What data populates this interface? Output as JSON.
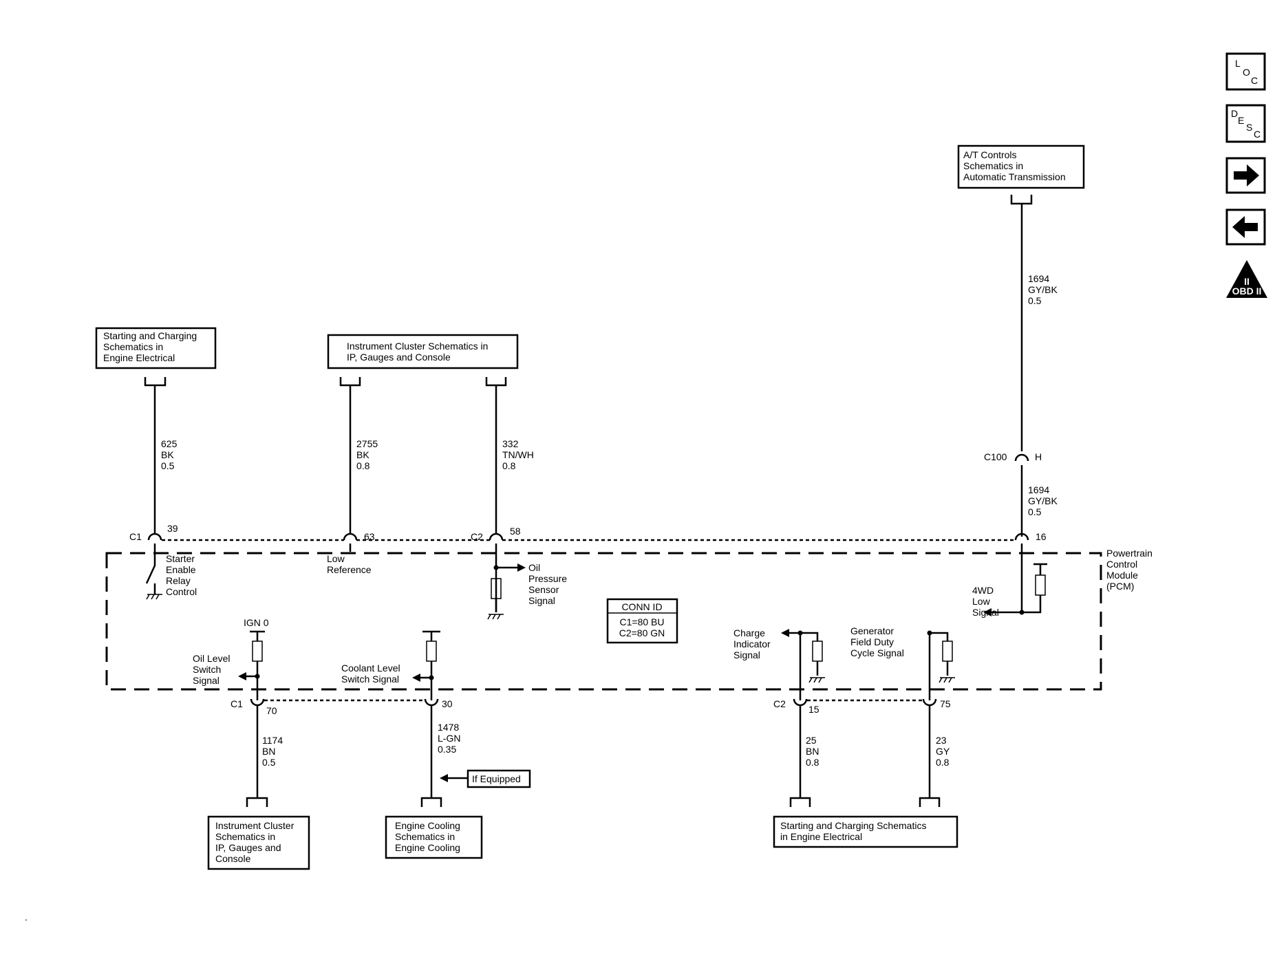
{
  "nav": {
    "loc": {
      "l1": "L",
      "l2": "O",
      "l3": "C"
    },
    "desc": {
      "l1": "D",
      "l2": "E",
      "l3": "S",
      "l4": "C"
    },
    "obd": {
      "roman": "II",
      "label": "OBD II"
    }
  },
  "refs": {
    "start_top": [
      "Starting and Charging",
      "Schematics in",
      "Engine Electrical"
    ],
    "ic_top": [
      "Instrument Cluster Schematics in",
      "IP, Gauges and Console"
    ],
    "at": [
      "A/T Controls",
      "Schematics in",
      "Automatic Transmission"
    ],
    "ic_bottom": [
      "Instrument Cluster",
      "Schematics in",
      "IP, Gauges and",
      "Console"
    ],
    "cool_bottom": [
      "Engine Cooling",
      "Schematics in",
      "Engine Cooling"
    ],
    "start_bottom": [
      "Starting and Charging Schematics",
      "in Engine Electrical"
    ]
  },
  "wires": {
    "w625": [
      "625",
      "BK",
      "0.5"
    ],
    "w2755": [
      "2755",
      "BK",
      "0.8"
    ],
    "w332": [
      "332",
      "TN/WH",
      "0.8"
    ],
    "w1694a": [
      "1694",
      "GY/BK",
      "0.5"
    ],
    "w1694b": [
      "1694",
      "GY/BK",
      "0.5"
    ],
    "w1174": [
      "1174",
      "BN",
      "0.5"
    ],
    "w1478": [
      "1478",
      "L-GN",
      "0.35"
    ],
    "w25": [
      "25",
      "BN",
      "0.8"
    ],
    "w23": [
      "23",
      "GY",
      "0.8"
    ]
  },
  "connectors": {
    "c1_top": "C1",
    "c2_top": "C2",
    "c1_bot": "C1",
    "c2_bot": "C2",
    "c100": "C100",
    "c100_pin": "H",
    "p39": "39",
    "p63": "63",
    "p58": "58",
    "p16": "16",
    "p70": "70",
    "p30": "30",
    "p15": "15",
    "p75": "75"
  },
  "signals": {
    "starter": [
      "Starter",
      "Enable",
      "Relay",
      "Control"
    ],
    "low_ref": [
      "Low",
      "Reference"
    ],
    "oil_press": [
      "Oil",
      "Pressure",
      "Sensor",
      "Signal"
    ],
    "wd": [
      "4WD",
      "Low",
      "Signal"
    ],
    "ign": "IGN 0",
    "oil_level": [
      "Oil Level",
      "Switch",
      "Signal"
    ],
    "coolant": [
      "Coolant Level",
      "Switch Signal"
    ],
    "charge": [
      "Charge",
      "Indicator",
      "Signal"
    ],
    "gen": [
      "Generator",
      "Field Duty",
      "Cycle Signal"
    ]
  },
  "module": [
    "Powertrain",
    "Control",
    "Module",
    "(PCM)"
  ],
  "conn_id": {
    "title": "CONN ID",
    "c1": "C1=80 BU",
    "c2": "C2=80 GN"
  },
  "if_equipped": "If Equipped",
  "footnote": "."
}
